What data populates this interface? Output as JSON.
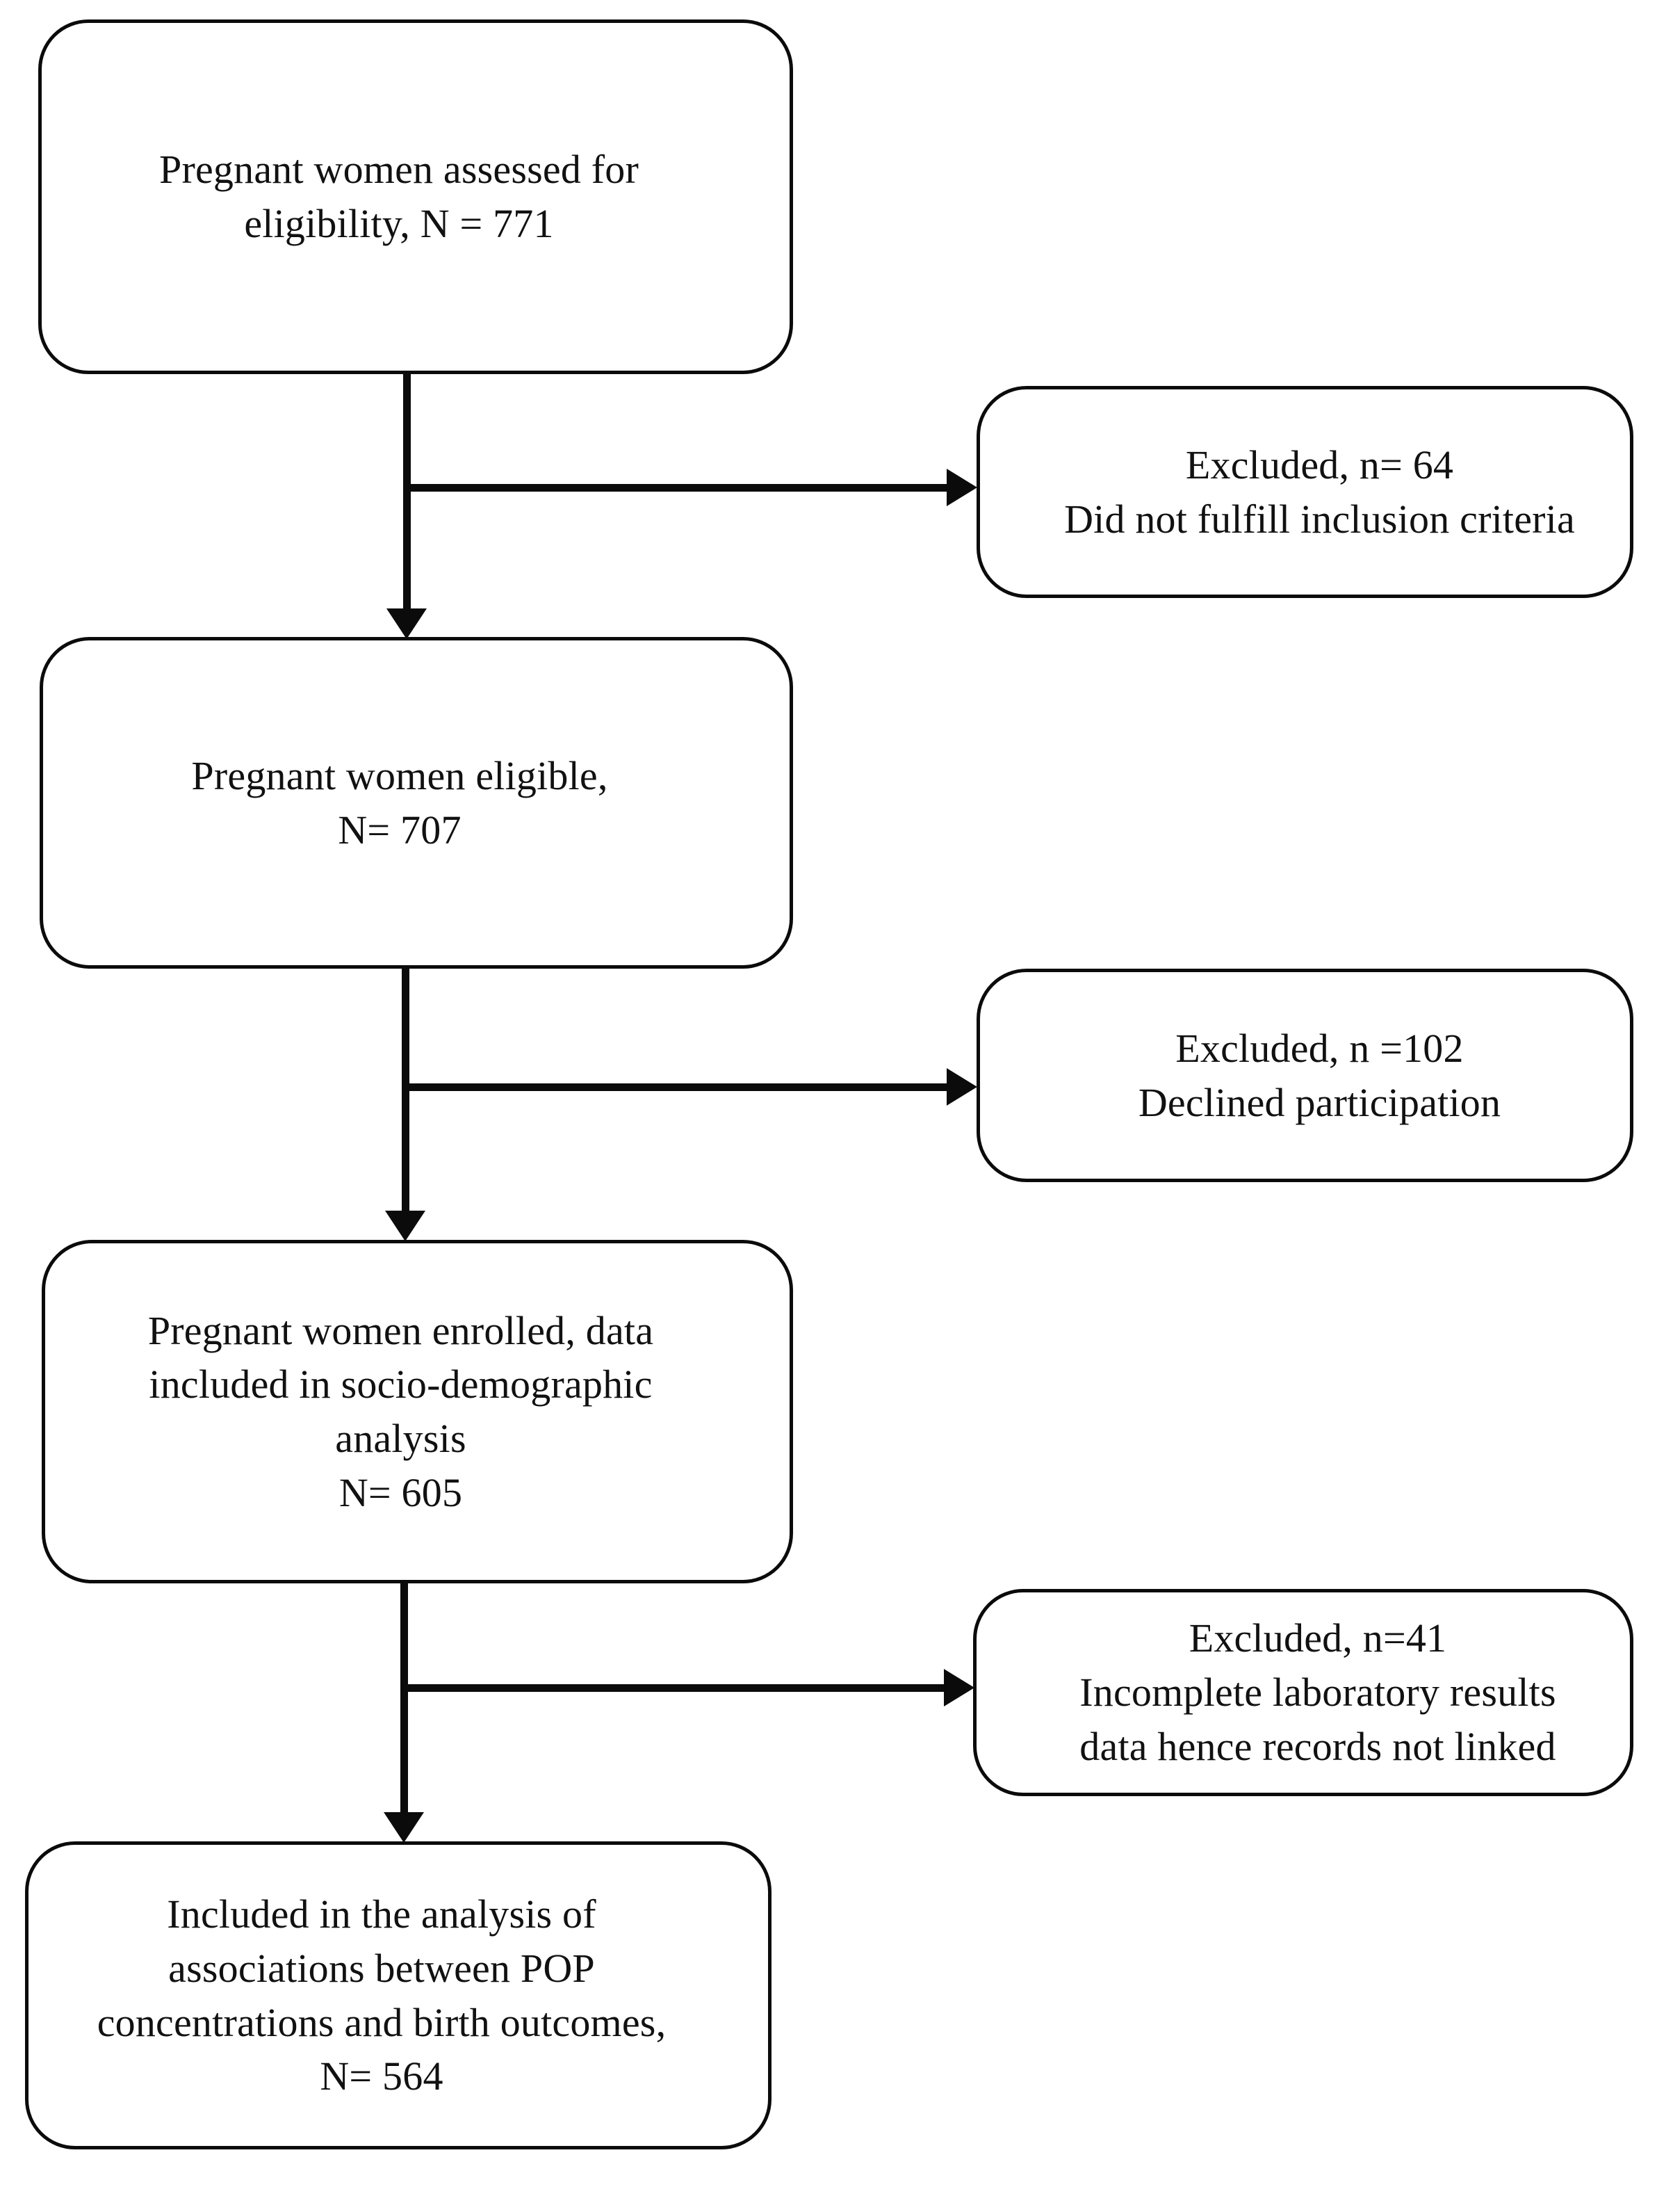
{
  "figure": {
    "type": "participant-flow-diagram",
    "orientation": "vertical",
    "background_color": "#ffffff",
    "line_color": "#0b0b0b",
    "text_color": "#111111"
  },
  "nodes": {
    "assessed": {
      "id": "assessed-for-eligibility",
      "text": "Pregnant women assessed for\neligibility, N = 771",
      "count_label": "N = 771",
      "count": 771
    },
    "eligible": {
      "id": "eligible",
      "text": "Pregnant women eligible,\nN= 707",
      "count_label": "N= 707",
      "count": 707
    },
    "enrolled": {
      "id": "enrolled-socio-demographic",
      "text": "Pregnant women enrolled, data\nincluded in socio-demographic\nanalysis\nN= 605",
      "count_label": "N= 605",
      "count": 605
    },
    "included": {
      "id": "included-in-analysis",
      "text": "Included in the analysis of\nassociations between POP\nconcentrations and birth outcomes,\nN= 564",
      "count_label": "N= 564",
      "count": 564
    }
  },
  "exclusions": {
    "excluded_1": {
      "id": "excluded-inclusion-criteria",
      "text": "Excluded, n= 64\nDid not fulfill inclusion criteria",
      "count_label": "n= 64",
      "count": 64,
      "reason": "Did not fulfill inclusion criteria"
    },
    "excluded_2": {
      "id": "excluded-declined",
      "text": "Excluded, n =102\nDeclined participation",
      "count_label": "n =102",
      "count": 102,
      "reason": "Declined participation"
    },
    "excluded_3": {
      "id": "excluded-incomplete-lab",
      "text": "Excluded, n=41\nIncomplete laboratory results\ndata hence records not linked",
      "count_label": "n=41",
      "count": 41,
      "reason": "Incomplete laboratory results data hence records not linked"
    }
  },
  "flow": [
    {
      "from": "assessed",
      "to": "eligible",
      "excluded": "excluded_1"
    },
    {
      "from": "eligible",
      "to": "enrolled",
      "excluded": "excluded_2"
    },
    {
      "from": "enrolled",
      "to": "included",
      "excluded": "excluded_3"
    }
  ]
}
